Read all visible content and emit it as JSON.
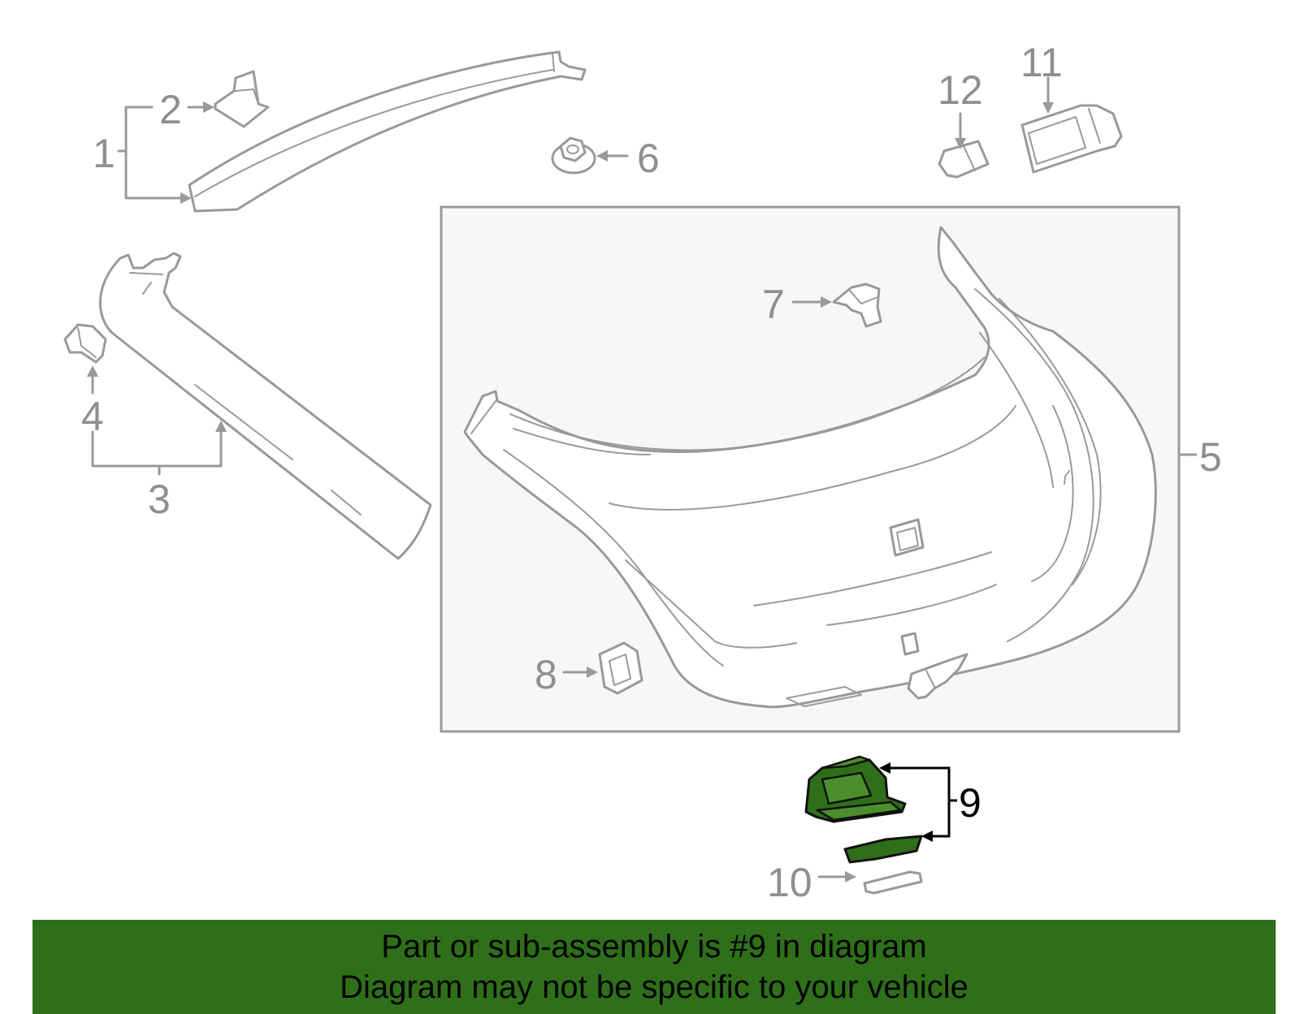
{
  "callouts": {
    "c1": "1",
    "c2": "2",
    "c3": "3",
    "c4": "4",
    "c5": "5",
    "c6": "6",
    "c7": "7",
    "c8": "8",
    "c9": "9",
    "c10": "10",
    "c11": "11",
    "c12": "12"
  },
  "highlighted_part": "9",
  "colors": {
    "highlight": "#2f6f1a",
    "line": "#999999",
    "panel_fill": "#f7f7f7"
  },
  "banner": {
    "line1": "Part or sub-assembly is #9 in diagram",
    "line2": "Diagram may not be specific to your vehicle"
  }
}
